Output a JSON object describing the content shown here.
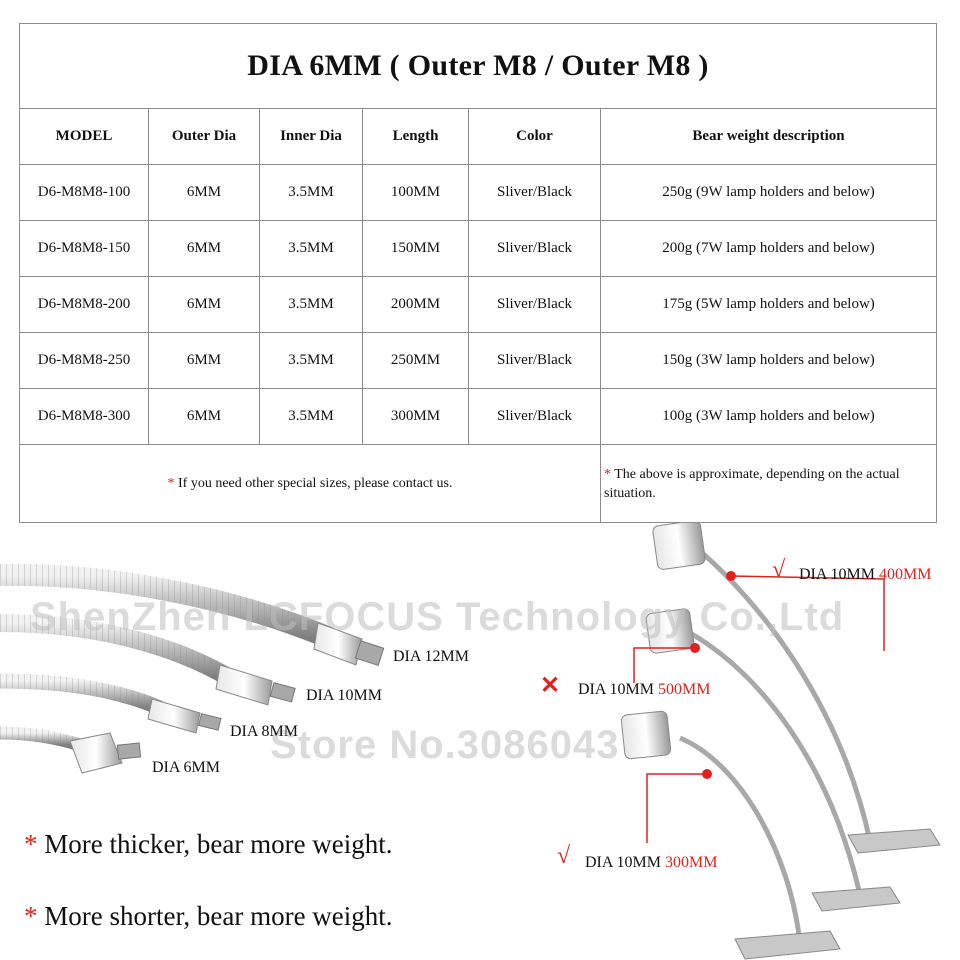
{
  "table": {
    "title": "DIA 6MM  ( Outer M8 / Outer M8 )",
    "headers": [
      "MODEL",
      "Outer Dia",
      "Inner Dia",
      "Length",
      "Color",
      "Bear weight description"
    ],
    "rows": [
      [
        "D6-M8M8-100",
        "6MM",
        "3.5MM",
        "100MM",
        "Sliver/Black",
        "250g (9W lamp holders and below)"
      ],
      [
        "D6-M8M8-150",
        "6MM",
        "3.5MM",
        "150MM",
        "Sliver/Black",
        "200g (7W lamp holders and below)"
      ],
      [
        "D6-M8M8-200",
        "6MM",
        "3.5MM",
        "200MM",
        "Sliver/Black",
        "175g (5W lamp holders and below)"
      ],
      [
        "D6-M8M8-250",
        "6MM",
        "3.5MM",
        "250MM",
        "Sliver/Black",
        "150g (3W lamp holders and below)"
      ],
      [
        "D6-M8M8-300",
        "6MM",
        "3.5MM",
        "300MM",
        "Sliver/Black",
        "100g (3W lamp holders and below)"
      ]
    ],
    "footer_left": "If you need other special sizes, please contact us.",
    "footer_right": "The above is approximate, depending on  the actual situation.",
    "asterisk": "*"
  },
  "illustration": {
    "tubes": [
      "DIA 12MM",
      "DIA 10MM",
      "DIA 8MM",
      "DIA 6MM"
    ],
    "lamps": [
      {
        "prefix": "DIA 10MM ",
        "length": "400MM",
        "mark": "√"
      },
      {
        "prefix": "DIA 10MM ",
        "length": "500MM",
        "mark": "✕"
      },
      {
        "prefix": "DIA 10MM ",
        "length": "300MM",
        "mark": "√"
      }
    ],
    "notes": [
      "More thicker, bear more weight.",
      "More shorter, bear more weight."
    ],
    "watermark_line1": "ShenZhen LCFOCUS Technology Co.,Ltd",
    "watermark_line2": "Store No.3086043"
  },
  "colors": {
    "accent_red": "#e0211c",
    "border": "#8c8c8c",
    "metal": "#b8b8b8"
  }
}
